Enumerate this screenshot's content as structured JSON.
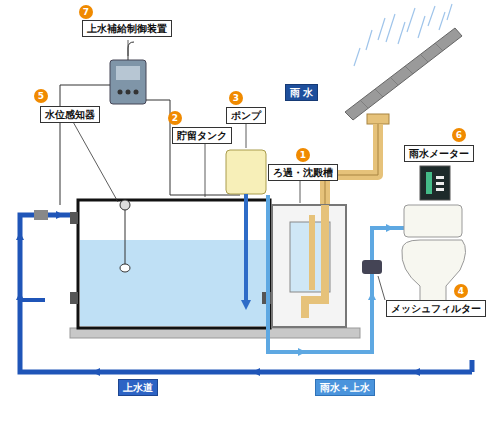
{
  "diagram": {
    "nodes": [
      {
        "text": [
          "上水補給制御装置"
        ]
      },
      {
        "text": [
          "雨 水"
        ]
      },
      {
        "text": [
          "水位感知器"
        ]
      },
      {
        "text": [
          "ポンプ"
        ]
      },
      {
        "text": [
          "貯留タンク"
        ]
      },
      {
        "text": [
          "ろ過・沈殿槽"
        ]
      },
      {
        "text": [
          "雨水メーター"
        ]
      },
      {
        "text": [
          "メッシュフィルター"
        ]
      },
      {
        "text": [
          "上水道"
        ]
      },
      {
        "text": [
          "雨水＋上水"
        ]
      }
    ],
    "labels": [
      "7",
      "5",
      "3",
      "2",
      "1",
      "6",
      "4"
    ]
  }
}
